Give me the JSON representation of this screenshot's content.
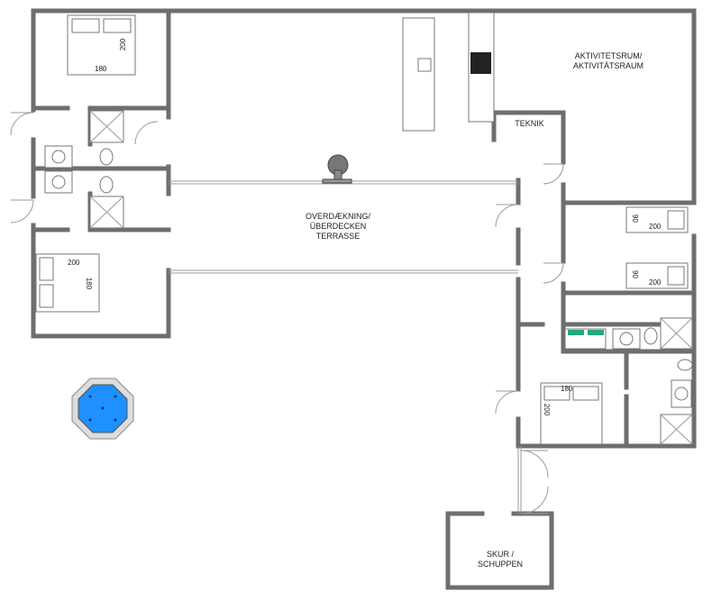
{
  "rooms": {
    "activity": [
      "AKTIVITETSRUM/",
      "AKTIVITÄTSRAUM"
    ],
    "technical": "TEKNIK",
    "terrace": [
      "OVERDÆKNING/",
      "ÜBERDECKEN",
      "TERRASSE"
    ],
    "shed": [
      "SKUR /",
      "SCHUPPEN"
    ]
  },
  "beds": {
    "top_left": [
      "180",
      "200"
    ],
    "mid_left": [
      "200",
      "180"
    ],
    "single_1": [
      "90",
      "200"
    ],
    "single_2": [
      "90",
      "200"
    ],
    "bottom_right": [
      "180",
      "200"
    ]
  },
  "colors": {
    "wall": "#6e6e6e",
    "pool": "#1e90ff"
  }
}
